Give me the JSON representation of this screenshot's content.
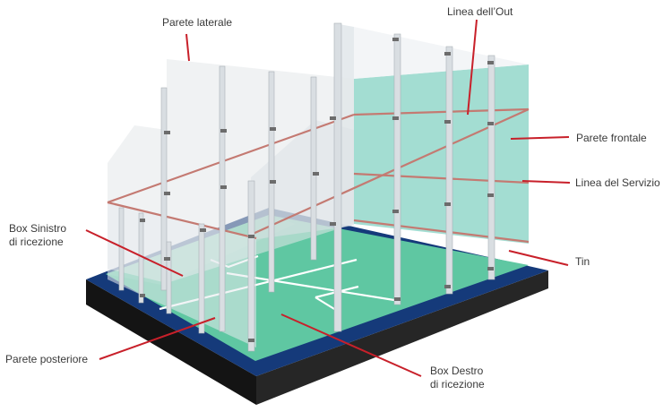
{
  "labels": {
    "side_wall": "Parete laterale",
    "out_line": "Linea dell’Out",
    "front_wall": "Parete frontale",
    "service_line": "Linea del Servizio",
    "tin": "Tin",
    "left_box_line1": "Box Sinistro",
    "left_box_line2": "di ricezione",
    "back_wall": "Parete posteriore",
    "right_box_line1": "Box Destro",
    "right_box_line2": "di ricezione"
  },
  "colors": {
    "leader": "#c8202a",
    "court_lines": "#c47a72",
    "floor": "#5fc7a2",
    "front_wall_glass": "#8fd6c8",
    "base_border": "#153a7a",
    "base_side": "#1f1f1f",
    "glass": "#e9ecef"
  }
}
